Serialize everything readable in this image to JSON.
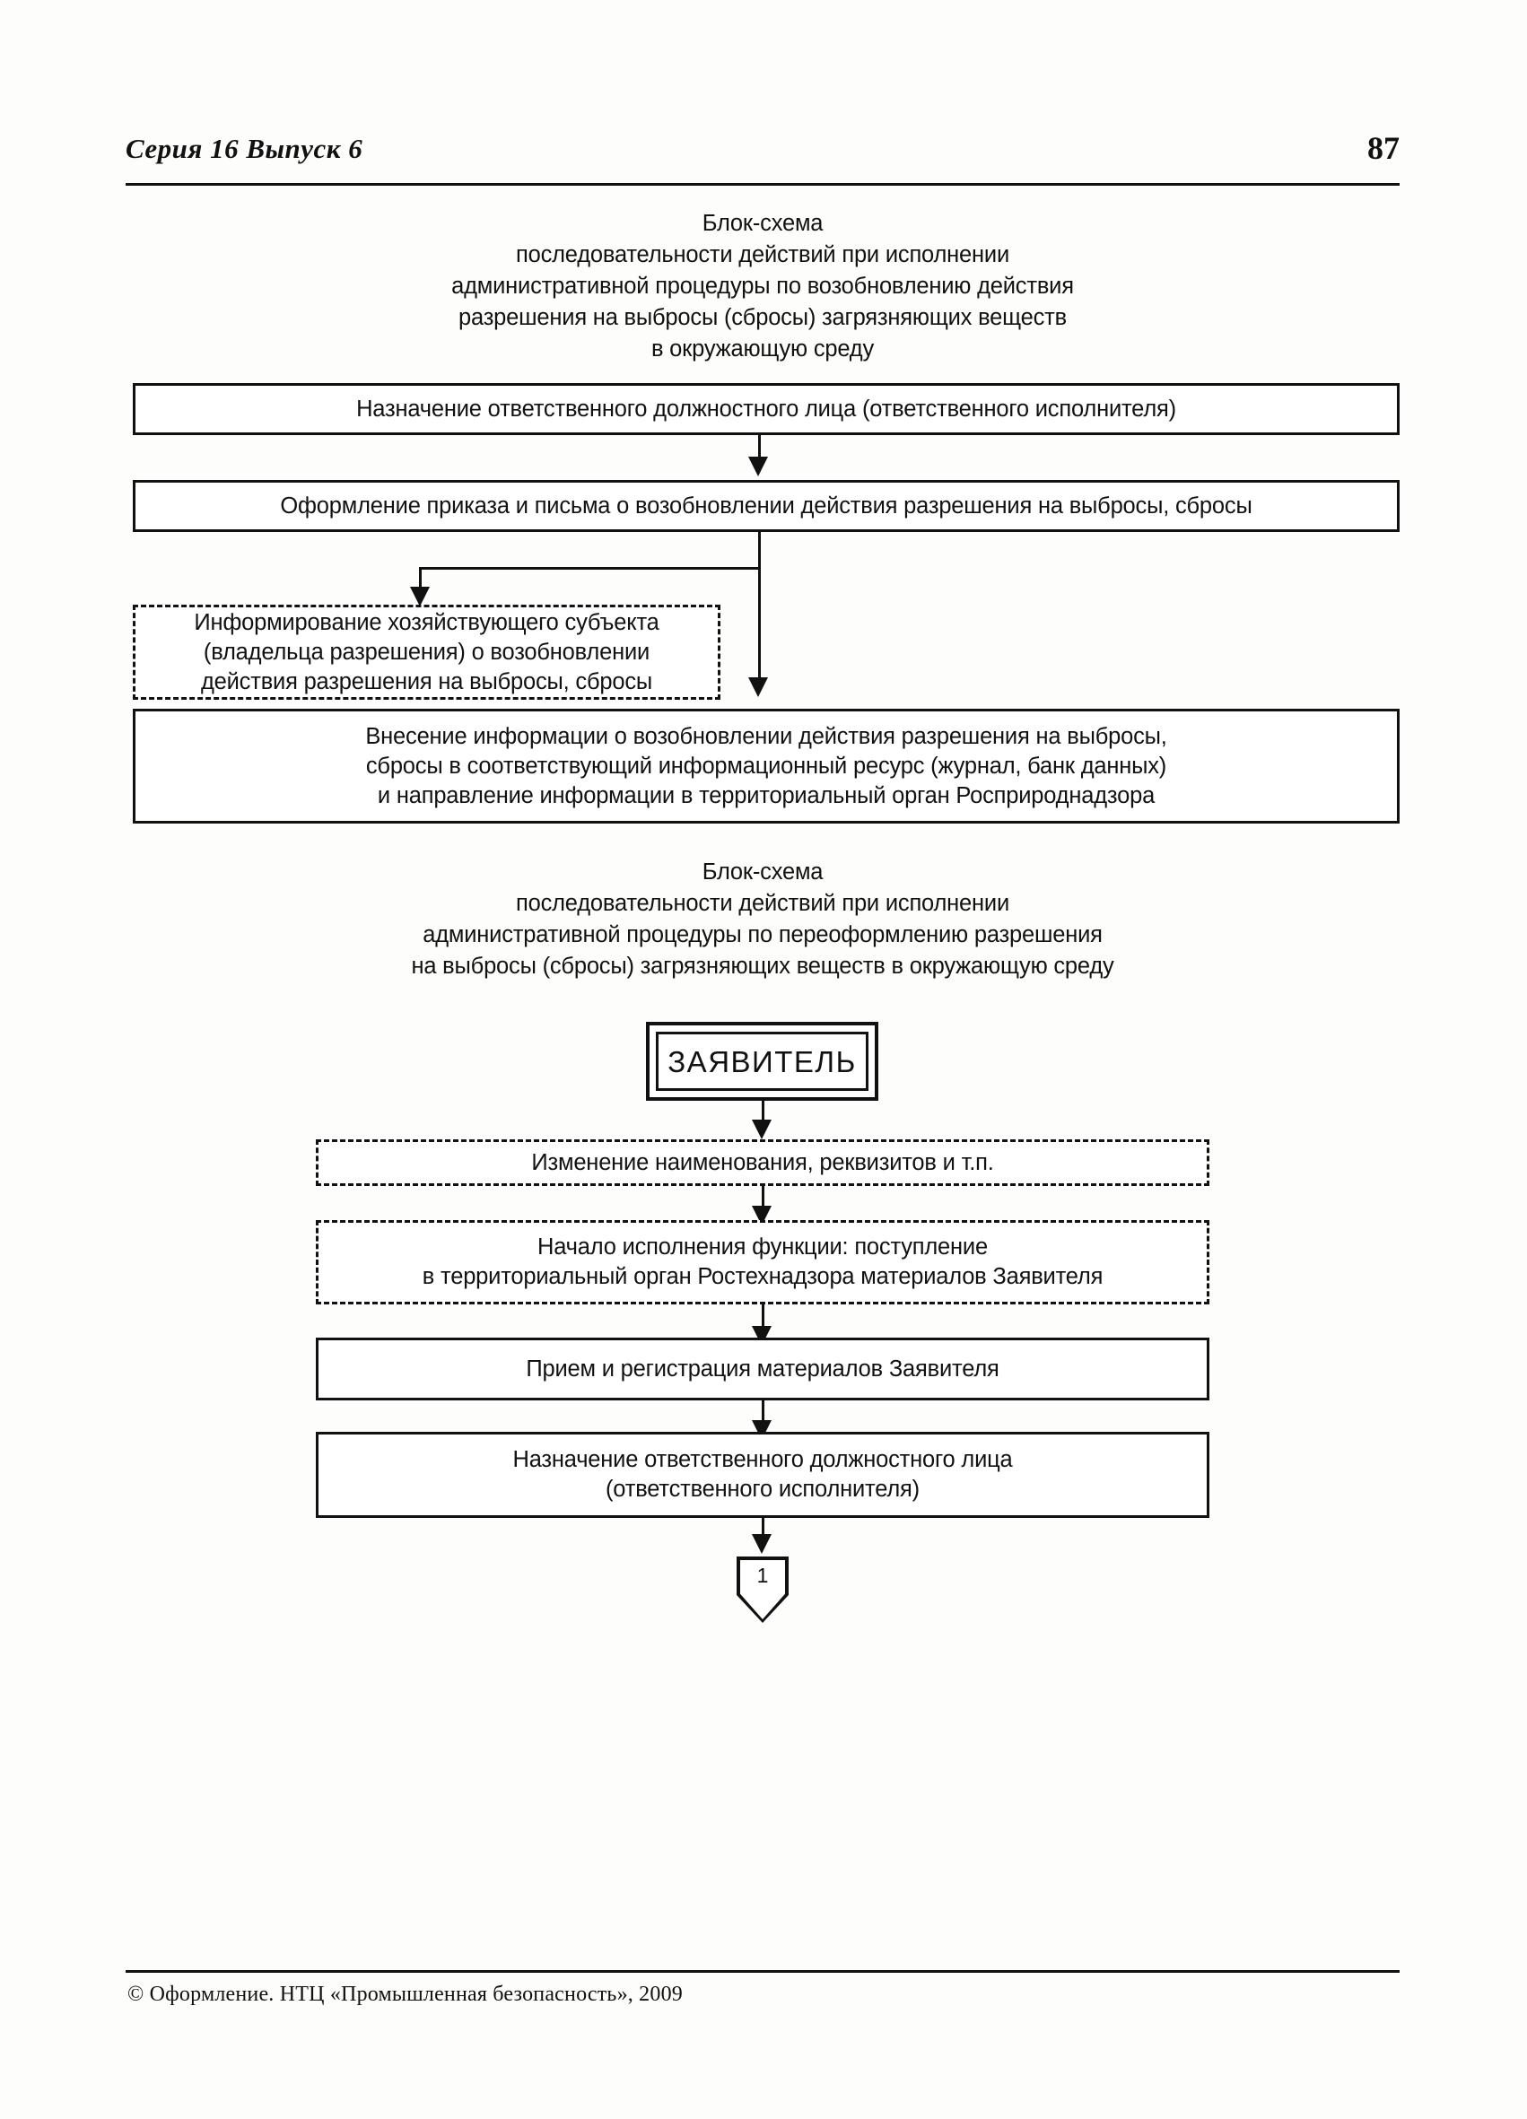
{
  "page": {
    "header_left": "Серия 16  Выпуск 6",
    "page_number": "87",
    "footer": "©  Оформление. НТЦ «Промышленная безопасность», 2009"
  },
  "chart_data": [
    {
      "type": "diagram",
      "title": "Блок-схема\nпоследовательности действий при исполнении\nадминистративной процедуры по возобновлению действия\nразрешения на выбросы (сбросы) загрязняющих веществ\nв окружающую среду",
      "title_lines": [
        "Блок-схема",
        "последовательности действий при исполнении",
        "административной процедуры по возобновлению действия",
        "разрешения на выбросы (сбросы) загрязняющих веществ",
        "в окружающую среду"
      ],
      "nodes": [
        {
          "id": "a1",
          "style": "solid",
          "text": "Назначение ответственного должностного лица (ответственного исполнителя)"
        },
        {
          "id": "a2",
          "style": "solid",
          "text": "Оформление приказа и письма о возобновлении действия разрешения на выбросы, сбросы"
        },
        {
          "id": "a3",
          "style": "dashed",
          "text": "Информирование хозяйствующего субъекта\n(владельца разрешения) о возобновлении\nдействия разрешения на выбросы, сбросы"
        },
        {
          "id": "a4",
          "style": "solid",
          "text": "Внесение информации о возобновлении действия разрешения на выбросы,\nсбросы в соответствующий информационный ресурс (журнал, банк данных)\nи  направление информации в территориальный орган Росприроднадзора"
        }
      ],
      "edges": [
        {
          "from": "a1",
          "to": "a2"
        },
        {
          "from": "a2",
          "to": "a3"
        },
        {
          "from": "a2",
          "to": "a4"
        }
      ]
    },
    {
      "type": "diagram",
      "title": "Блок-схема\nпоследовательности действий при исполнении\nадминистративной процедуры по переоформлению разрешения\nна выбросы (сбросы) загрязняющих веществ в окружающую среду",
      "title_lines": [
        "Блок-схема",
        "последовательности действий при исполнении",
        "административной процедуры по переоформлению разрешения",
        "на выбросы (сбросы) загрязняющих веществ в окружающую среду"
      ],
      "nodes": [
        {
          "id": "b1",
          "style": "double",
          "text": "ЗАЯВИТЕЛЬ"
        },
        {
          "id": "b2",
          "style": "dashed",
          "text": "Изменение наименования, реквизитов и т.п."
        },
        {
          "id": "b3",
          "style": "dashed",
          "text": "Начало исполнения функции: поступление\nв территориальный орган Ростехнадзора материалов Заявителя"
        },
        {
          "id": "b4",
          "style": "solid",
          "text": "Прием и регистрация материалов Заявителя"
        },
        {
          "id": "b5",
          "style": "solid",
          "text": "Назначение ответственного должностного лица\n(ответственного исполнителя)"
        },
        {
          "id": "b6",
          "style": "connector",
          "text": "1"
        }
      ],
      "edges": [
        {
          "from": "b1",
          "to": "b2"
        },
        {
          "from": "b2",
          "to": "b3"
        },
        {
          "from": "b3",
          "to": "b4"
        },
        {
          "from": "b4",
          "to": "b5"
        },
        {
          "from": "b5",
          "to": "b6"
        }
      ]
    }
  ]
}
